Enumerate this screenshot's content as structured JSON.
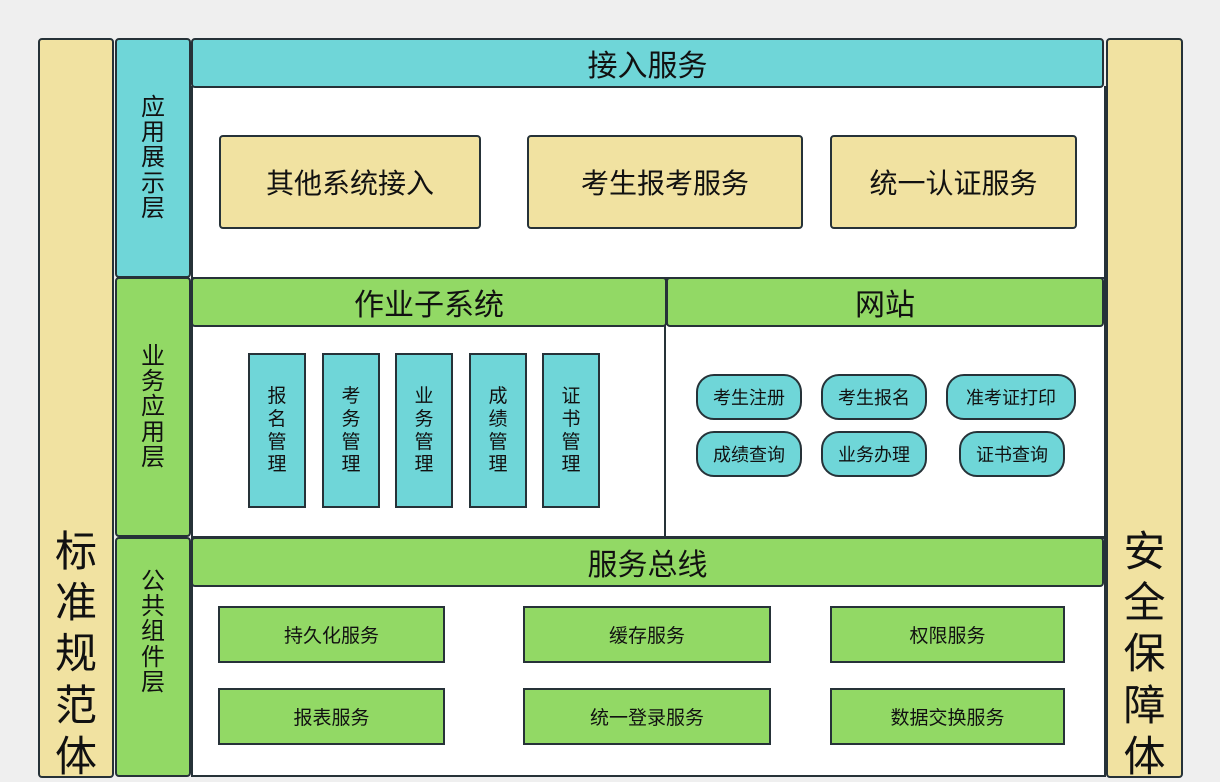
{
  "sidebars": {
    "left_chars": [
      "标",
      "准",
      "规",
      "范",
      "体"
    ],
    "right_chars": [
      "安",
      "全",
      "保",
      "障",
      "体"
    ]
  },
  "layers": {
    "presentation": {
      "label_chars": [
        "应",
        "用",
        "展",
        "示",
        "层"
      ],
      "header": "接入服务",
      "boxes": [
        "其他系统接入",
        "考生报考服务",
        "统一认证服务"
      ]
    },
    "business": {
      "label_chars": [
        "业",
        "务",
        "应",
        "用",
        "层"
      ],
      "subsystem": {
        "header": "作业子系统",
        "modules": [
          [
            "报",
            "名",
            "管",
            "理"
          ],
          [
            "考",
            "务",
            "管",
            "理"
          ],
          [
            "业",
            "务",
            "管",
            "理"
          ],
          [
            "成",
            "绩",
            "管",
            "理"
          ],
          [
            "证",
            "书",
            "管",
            "理"
          ]
        ]
      },
      "website": {
        "header": "网站",
        "items": [
          "考生注册",
          "考生报名",
          "准考证打印",
          "成绩查询",
          "业务办理",
          "证书查询"
        ]
      }
    },
    "common": {
      "label_chars": [
        "公",
        "共",
        "组",
        "件",
        "层"
      ],
      "header": "服务总线",
      "services": [
        "持久化服务",
        "缓存服务",
        "权限服务",
        "报表服务",
        "统一登录服务",
        "数据交换服务"
      ]
    }
  },
  "colors": {
    "beige": "#f1e2a1",
    "cyan": "#6fd6d8",
    "green": "#92d965",
    "border": "#263238",
    "background": "#efefef"
  }
}
